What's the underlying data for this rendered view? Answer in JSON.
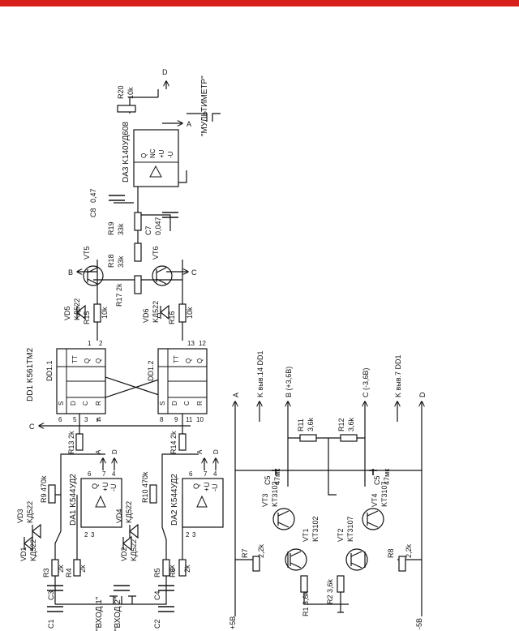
{
  "colors": {
    "bar": "#d8201a",
    "ink": "#111111",
    "background": "#ffffff"
  },
  "schematic": {
    "chips": {
      "dd1": "DD1  K561TM2",
      "dd1_1": "DD1.1",
      "dd1_2": "DD1.2",
      "da1": "DA1 K544УД2",
      "da2": "DA2 K544УД2",
      "da3": "DA3 K140УД608"
    },
    "pins": {
      "s": "S",
      "d": "D",
      "c": "C",
      "r": "R",
      "tt": "TT",
      "q": "Q",
      "nq": "Q",
      "nc": "NC",
      "plus_u": "+U",
      "minus_u": "-U",
      "dd1_1_nums": [
        "6",
        "5",
        "3",
        "4",
        "1",
        "2"
      ],
      "dd1_2_nums": [
        "8",
        "9",
        "11",
        "10",
        "13",
        "12"
      ],
      "da_nums": [
        "2",
        "3",
        "6",
        "7",
        "4"
      ]
    },
    "components": {
      "c1": "C1",
      "c2": "C2",
      "c3": "C3",
      "c4": "C4",
      "c5": "C5",
      "c5_val": "47мк",
      "c6": "C5",
      "c6_val": "47мк",
      "c7": "C7",
      "c7_val": "0,047",
      "c8": "C8",
      "c8_val": "0,47",
      "r1": "R1 3,6k",
      "r2": "R2 3,6k",
      "r3": "R3",
      "r3_val": "2k",
      "r4": "R4",
      "r4_val": "2k",
      "r5": "R5",
      "r5_val": "2k",
      "r6": "R6",
      "r6_val": "2k",
      "r7": "R7",
      "r7_val": "2,2k",
      "r8": "R8",
      "r8_val": "2,2k",
      "r9": "R9 470k",
      "r10": "R10 470k",
      "r11": "R11",
      "r11_val": "3,6k",
      "r12": "R12",
      "r12_val": "3,6k",
      "r13": "R13 2k",
      "r14": "R14 2k",
      "r15": "R15",
      "r15_val": "10k",
      "r16": "R16",
      "r16_val": "10k",
      "r17": "R17 2k",
      "r18": "R18",
      "r18_val": "33k",
      "r19": "R19",
      "r19_val": "33k",
      "r20": "R20",
      "r20_val": "10k",
      "vd1": "VD1",
      "vd1_val": "KД522",
      "vd2": "VD2",
      "vd2_val": "KД522",
      "vd3": "VD3",
      "vd3_val": "KД522",
      "vd4": "VD4",
      "vd4_val": "KД522",
      "vd5": "VD5",
      "vd5_val": "KД522",
      "vd6": "VD6",
      "vd6_val": "KД522",
      "vt1": "VT1",
      "vt1_val": "KT3102",
      "vt2": "VT2",
      "vt2_val": "KT3107",
      "vt3": "VT3",
      "vt3_val": "KT3102",
      "vt4": "VT4",
      "vt4_val": "KT3107",
      "vt5": "VT5",
      "vt6": "VT6"
    },
    "nets": {
      "a": "A",
      "b": "B",
      "c": "C",
      "d": "D",
      "b_volt": "B (+3,6B)",
      "c_volt": "C (-3,6B)",
      "k_vyv14": "K выв.14 DD1",
      "k_vyv7": "K выв.7 DD1",
      "plus5": "+5B",
      "minus5": "-5B"
    },
    "io": {
      "vhod1": "\"ВХОД 1\"",
      "vhod2": "\"ВХОД 2\"",
      "multimeter": "\"МУЛЬТИМЕТР\""
    }
  }
}
